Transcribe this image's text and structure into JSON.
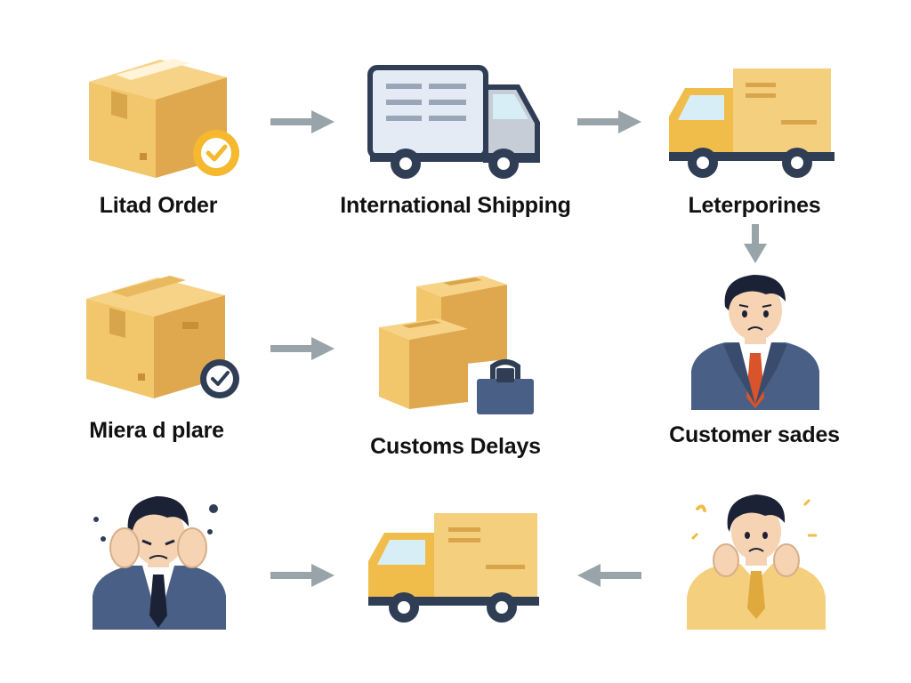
{
  "diagram": {
    "labels": {
      "placed_order": "Litad Order",
      "international_shipping": "International Shipping",
      "local_carrier": "Leterporines",
      "order_packed": "Miera d plare",
      "customs_delays": "Customs Delays",
      "customer_sales": "Customer sades"
    },
    "icons": {
      "box_badge_gold": "package-with-gold-badge-icon",
      "truck_doc": "document-truck-icon",
      "truck_yellow": "yellow-delivery-truck-icon",
      "box_badge_blue": "package-with-check-badge-icon",
      "boxes_lock": "stacked-boxes-with-lock-icon",
      "worried_man": "worried-businessman-icon",
      "stressed_man": "stressed-businessman-icon",
      "anxious_man": "anxious-customer-icon"
    },
    "colors": {
      "box": "#f2c66a",
      "box_dark": "#d9a54b",
      "arrow": "#99a3aa",
      "navy": "#2f3d55",
      "suit": "#4a5f86",
      "tie": "#d9532b",
      "sweater": "#f2c66a"
    }
  }
}
